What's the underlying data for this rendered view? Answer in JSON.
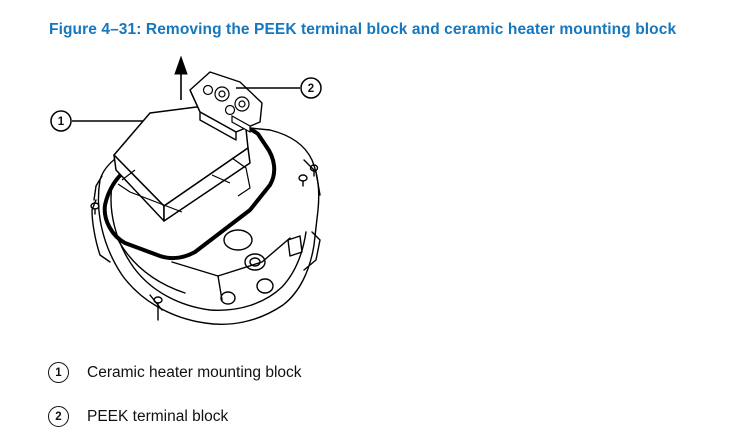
{
  "figure": {
    "title": "Figure 4–31:  Removing the PEEK terminal block and ceramic heater mounting block"
  },
  "callouts": [
    {
      "number": "1",
      "label": "Ceramic heater mounting block"
    },
    {
      "number": "2",
      "label": "PEEK terminal block"
    }
  ],
  "colors": {
    "title": "#1577be",
    "text": "#111111",
    "line": "#000000"
  }
}
